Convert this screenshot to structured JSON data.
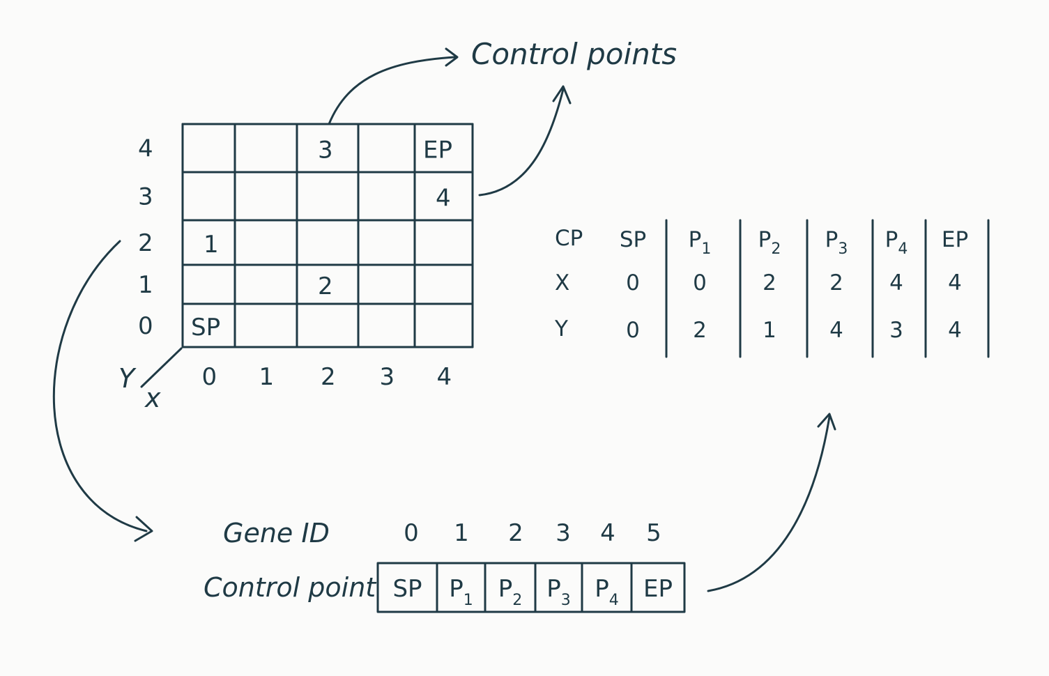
{
  "title": "Control points",
  "grid": {
    "y_axis_label": "Y",
    "x_axis_label": "x",
    "row_labels": [
      "4",
      "3",
      "2",
      "1",
      "0"
    ],
    "col_labels": [
      "0",
      "1",
      "2",
      "3",
      "4"
    ],
    "cells": [
      {
        "row": 4,
        "col": 2,
        "text": "3"
      },
      {
        "row": 4,
        "col": 4,
        "text": "EP"
      },
      {
        "row": 3,
        "col": 4,
        "text": "4"
      },
      {
        "row": 2,
        "col": 0,
        "text": "1"
      },
      {
        "row": 1,
        "col": 2,
        "text": "2"
      },
      {
        "row": 0,
        "col": 0,
        "text": "SP"
      }
    ]
  },
  "coord_table": {
    "row_headers": [
      "CP",
      "X",
      "Y"
    ],
    "columns": [
      {
        "main": "SP",
        "sub": "",
        "x": "0",
        "y": "0"
      },
      {
        "main": "P",
        "sub": "1",
        "x": "0",
        "y": "2"
      },
      {
        "main": "P",
        "sub": "2",
        "x": "2",
        "y": "1"
      },
      {
        "main": "P",
        "sub": "3",
        "x": "2",
        "y": "4"
      },
      {
        "main": "P",
        "sub": "4",
        "x": "4",
        "y": "3"
      },
      {
        "main": "EP",
        "sub": "",
        "x": "4",
        "y": "4"
      }
    ]
  },
  "gene": {
    "id_label": "Gene ID",
    "cp_label": "Control point",
    "ids": [
      "0",
      "1",
      "2",
      "3",
      "4",
      "5"
    ],
    "points": [
      {
        "main": "SP",
        "sub": ""
      },
      {
        "main": "P",
        "sub": "1"
      },
      {
        "main": "P",
        "sub": "2"
      },
      {
        "main": "P",
        "sub": "3"
      },
      {
        "main": "P",
        "sub": "4"
      },
      {
        "main": "EP",
        "sub": ""
      }
    ]
  }
}
